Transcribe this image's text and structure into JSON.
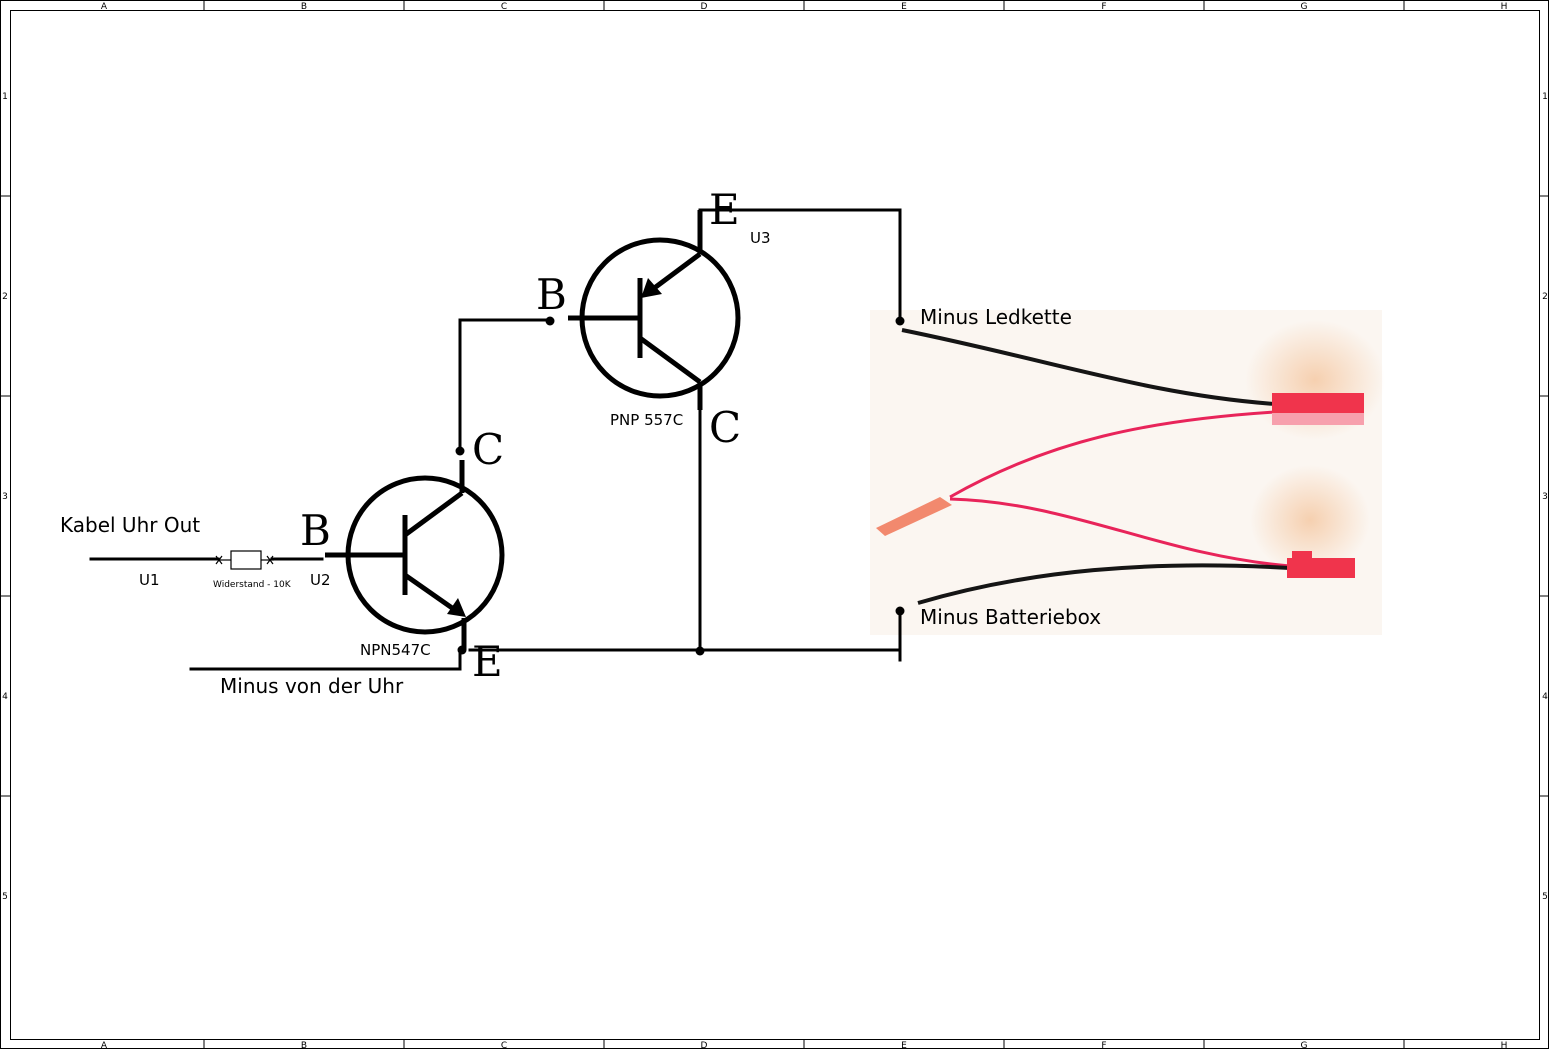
{
  "frame": {
    "columns": [
      "A",
      "B",
      "C",
      "D",
      "E",
      "F",
      "G",
      "H"
    ],
    "rows": [
      "1",
      "2",
      "3",
      "4",
      "5"
    ]
  },
  "labels": {
    "kabel_uhr_out": "Kabel Uhr Out",
    "u1": "U1",
    "u2": "U2",
    "u3": "U3",
    "resistor": "Widerstand - 10K",
    "minus_uhr": "Minus von der Uhr",
    "minus_ledkette": "Minus Ledkette",
    "minus_batteriebox": "Minus Batteriebox"
  },
  "transistors": {
    "npn": {
      "name": "NPN547C",
      "base": "B",
      "collector": "C",
      "emitter": "E"
    },
    "pnp": {
      "name": "PNP 557C",
      "base": "B",
      "collector": "C",
      "emitter": "E"
    }
  },
  "colors": {
    "black_wire": "#151515",
    "red_wire": "#e8245a",
    "connector_red": "#f0344c",
    "photo_bg": "#fbf6f1"
  }
}
